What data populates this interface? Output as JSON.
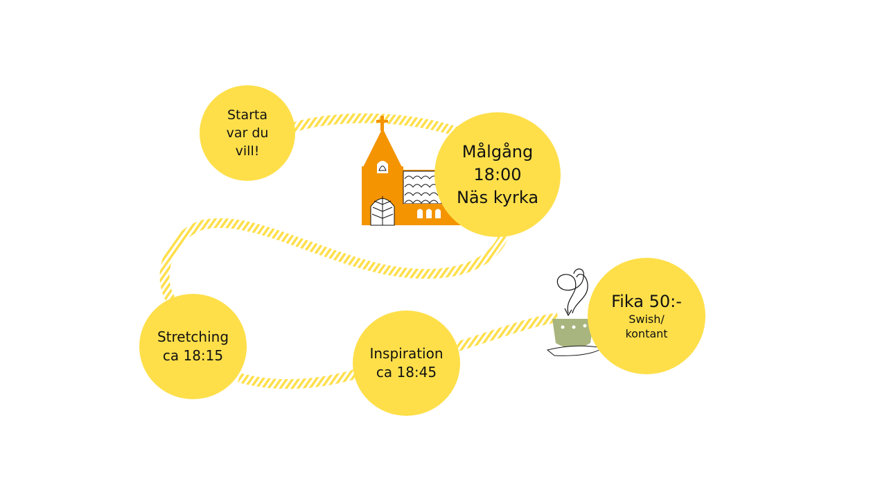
{
  "colors": {
    "circle": "#fedf4a",
    "path": "#fedf4a",
    "church": "#f39400",
    "cup": "#a8b57e",
    "ink": "#111111"
  },
  "stops": {
    "start": {
      "lines": [
        "Starta",
        "var du",
        "vill!"
      ]
    },
    "goal": {
      "lines": [
        "Målgång",
        "18:00",
        "Näs kyrka"
      ]
    },
    "stretching": {
      "lines": [
        "Stretching",
        "ca 18:15"
      ]
    },
    "inspiration": {
      "lines": [
        "Inspiration",
        "ca 18:45"
      ]
    },
    "fika": {
      "title": "Fika 50:-",
      "lines": [
        "Swish/",
        "kontant"
      ]
    }
  },
  "icons": {
    "church": "church-icon",
    "coffee": "coffee-cup-icon"
  }
}
